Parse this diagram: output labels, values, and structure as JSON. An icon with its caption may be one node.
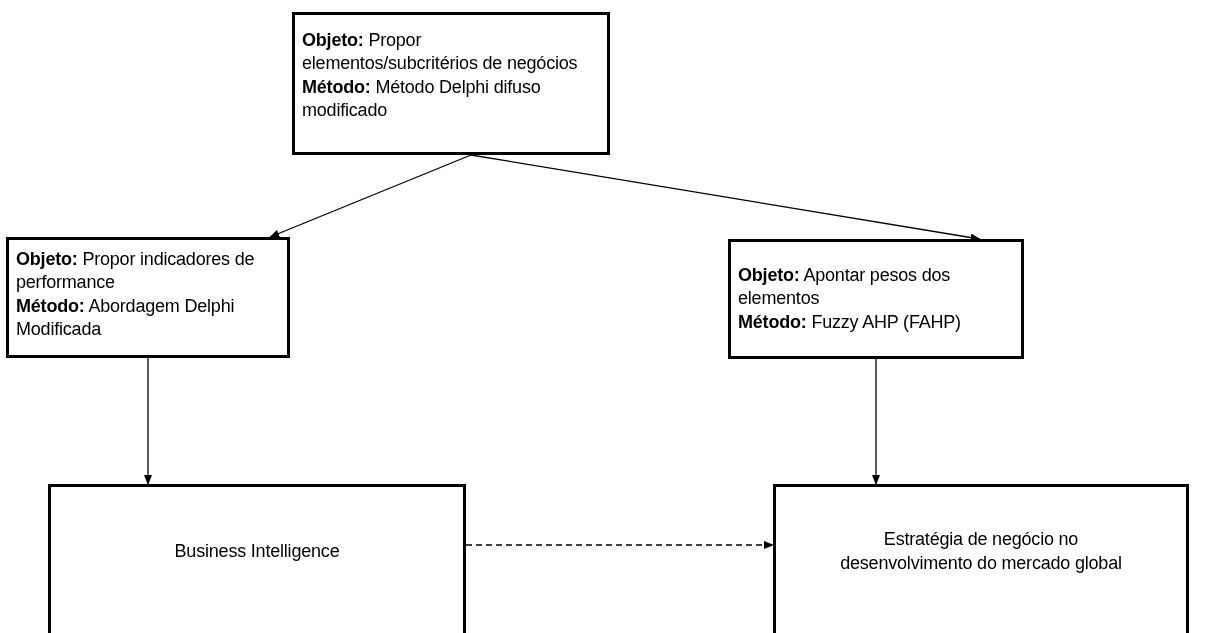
{
  "diagram": {
    "nodes": [
      {
        "text": [
          "**Objeto:** Propor elementos/subcritérios de negócios",
          "**Método:** Método Delphi difuso modificado"
        ]
      },
      {
        "text": [
          "**Objeto:** Propor indicadores de performance",
          "**Método:** Abordagem Delphi Modificada"
        ]
      },
      {
        "text": [
          "**Objeto:** Apontar pesos dos elementos",
          "**Método:** Fuzzy AHP (FAHP)"
        ]
      },
      {
        "text": [
          "Business Intelligence"
        ]
      },
      {
        "text": [
          "Estratégia de negócio no desenvolvimento do mercado global"
        ]
      }
    ],
    "edges": [
      {
        "from": 0,
        "to": 1,
        "arrow": "to"
      },
      {
        "from": 0,
        "to": 2,
        "arrow": "to"
      },
      {
        "from": 1,
        "to": 3,
        "arrow": "to"
      },
      {
        "from": 2,
        "to": 4,
        "arrow": "to"
      },
      {
        "from": 3,
        "to": 4,
        "arrow": "to",
        "style": "dashed"
      }
    ]
  }
}
